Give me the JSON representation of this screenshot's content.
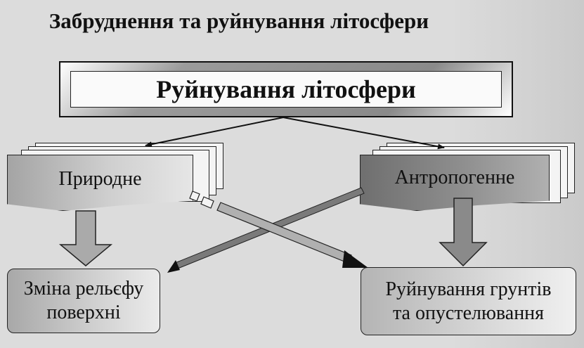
{
  "title": "Забруднення  та руйнування літосфери",
  "main": {
    "label": "Руйнування літосфери"
  },
  "categories": {
    "natural": "Природне",
    "anthropogenic": "Антропогенне"
  },
  "results": {
    "left": {
      "line1": "Зміна рельєфу",
      "line2": "поверхні"
    },
    "right": {
      "line1": "Руйнування грунтів",
      "line2": "та опустелювання"
    }
  }
}
